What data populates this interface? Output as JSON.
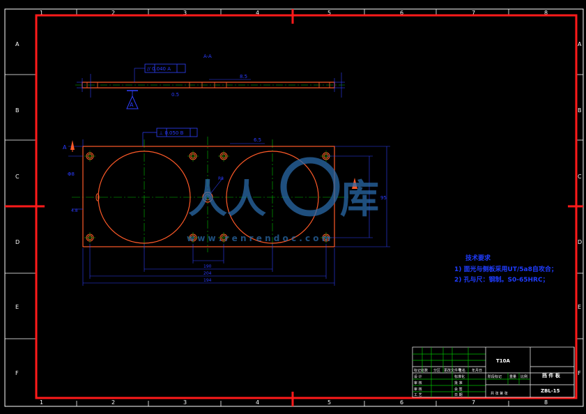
{
  "drawing": {
    "zone_numbers": [
      "1",
      "2",
      "3",
      "4",
      "5",
      "6",
      "7",
      "8"
    ],
    "zone_letters": [
      "A",
      "B",
      "C",
      "D",
      "E",
      "F"
    ],
    "section_label": "A-A",
    "top_view": {
      "flatness_tolerance": "// 0.040 A",
      "datum_label": "A",
      "dim_top": "8.5",
      "dim_bottom": "0.5"
    },
    "front_view": {
      "perpendicularity_tolerance": "⊥ 0.050 B",
      "datum_label": "A",
      "radius_note": "R8",
      "side_dim_1": "Φ8",
      "side_dim_2": "4.8",
      "dim_width_1": "190",
      "dim_width_2": "204",
      "dim_width_3": "194",
      "dim_height": "95",
      "dim_top": "6.5"
    },
    "tech_notes": {
      "title": "技术要求",
      "item1": "1) 面光与侧板采用UT/5a8自攻合；",
      "item2": "2) 孔与尺：钢制。S0-65HRC；"
    },
    "title_block": {
      "material": "T10A",
      "part_name": "挡 件 板",
      "drawing_number": "ZBL-15",
      "row_labels": [
        "标记处数",
        "设 计",
        "审 核",
        "审 核",
        "工 艺"
      ],
      "col_labels": [
        "分区",
        "更改文件号",
        "签名",
        "年月日"
      ],
      "mid_labels": [
        "标准化",
        "批 准",
        "会 签",
        "日 期"
      ],
      "stage_labels": [
        "阶段标记",
        "重量",
        "比例"
      ],
      "sheet_note": "共  张  第  张"
    },
    "watermark": {
      "text1": "人人",
      "text2": "库",
      "url": "w w w . r e n r e n d o c . c o m"
    }
  }
}
